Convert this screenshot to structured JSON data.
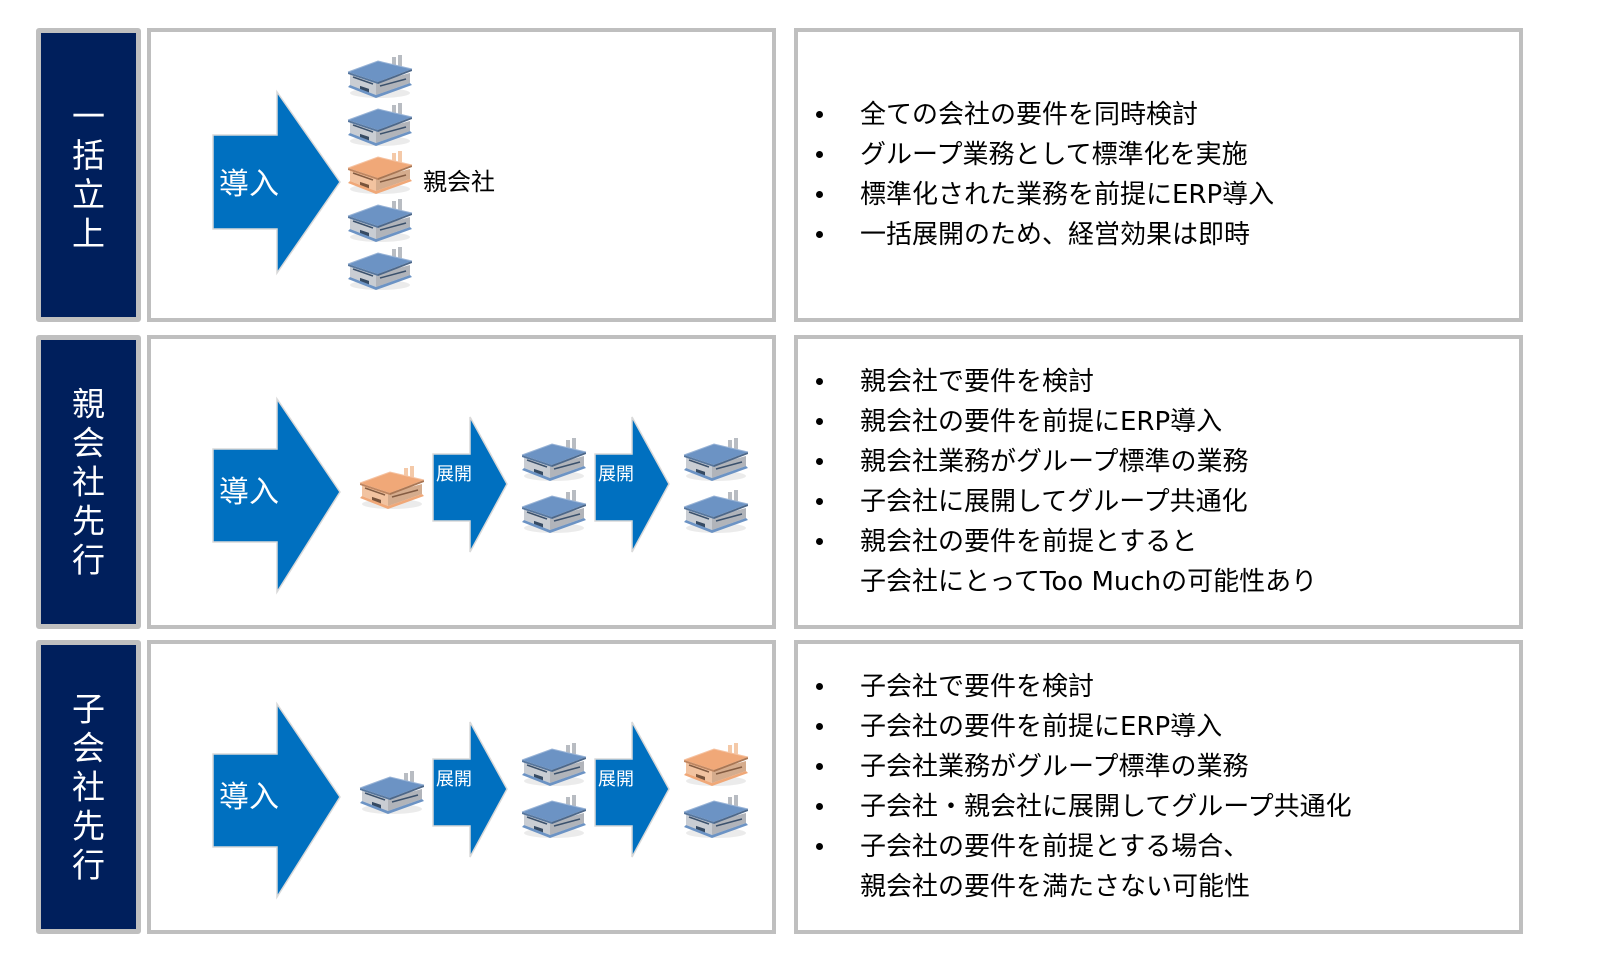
{
  "colors": {
    "label_bg": "#001F5C",
    "arrow": "#0070C0",
    "border": "#BFBFBF",
    "factory_blue": "#6C93C4",
    "factory_orange": "#F0A878"
  },
  "rows": [
    {
      "id": "bulk",
      "label": [
        "一",
        "括",
        "立",
        "上"
      ],
      "diagram": {
        "arrows": [
          {
            "label": "導入",
            "size": "large"
          }
        ],
        "factory_groups": [
          {
            "factories": [
              "blue",
              "blue",
              "orange",
              "blue",
              "blue"
            ],
            "orange_label": "親会社"
          }
        ]
      },
      "bullets": [
        [
          "全ての会社の要件を同時検討"
        ],
        [
          "グループ業務として標準化を実施"
        ],
        [
          "標準化された業務を前提にERP導入"
        ],
        [
          "一括展開のため、経営効果は即時"
        ]
      ]
    },
    {
      "id": "parent-first",
      "label": [
        "親",
        "会",
        "社",
        "先",
        "行"
      ],
      "diagram": {
        "arrows": [
          {
            "label": "導入",
            "size": "large"
          },
          {
            "label": "展開",
            "size": "small"
          },
          {
            "label": "展開",
            "size": "small"
          }
        ],
        "factory_groups": [
          {
            "factories": [
              "orange"
            ]
          },
          {
            "factories": [
              "blue",
              "blue"
            ]
          },
          {
            "factories": [
              "blue",
              "blue"
            ]
          }
        ]
      },
      "bullets": [
        [
          "親会社で要件を検討"
        ],
        [
          "親会社の要件を前提にERP導入"
        ],
        [
          "親会社業務がグループ標準の業務"
        ],
        [
          "子会社に展開してグループ共通化"
        ],
        [
          "親会社の要件を前提とすると",
          "子会社にとってToo Muchの可能性あり"
        ]
      ]
    },
    {
      "id": "subsidiary-first",
      "label": [
        "子",
        "会",
        "社",
        "先",
        "行"
      ],
      "diagram": {
        "arrows": [
          {
            "label": "導入",
            "size": "large"
          },
          {
            "label": "展開",
            "size": "small"
          },
          {
            "label": "展開",
            "size": "small"
          }
        ],
        "factory_groups": [
          {
            "factories": [
              "blue"
            ]
          },
          {
            "factories": [
              "blue",
              "blue"
            ]
          },
          {
            "factories": [
              "orange",
              "blue"
            ]
          }
        ]
      },
      "bullets": [
        [
          "子会社で要件を検討"
        ],
        [
          "子会社の要件を前提にERP導入"
        ],
        [
          "子会社業務がグループ標準の業務"
        ],
        [
          "子会社・親会社に展開してグループ共通化"
        ],
        [
          "子会社の要件を前提とする場合、",
          "親会社の要件を満たさない可能性"
        ]
      ]
    }
  ]
}
